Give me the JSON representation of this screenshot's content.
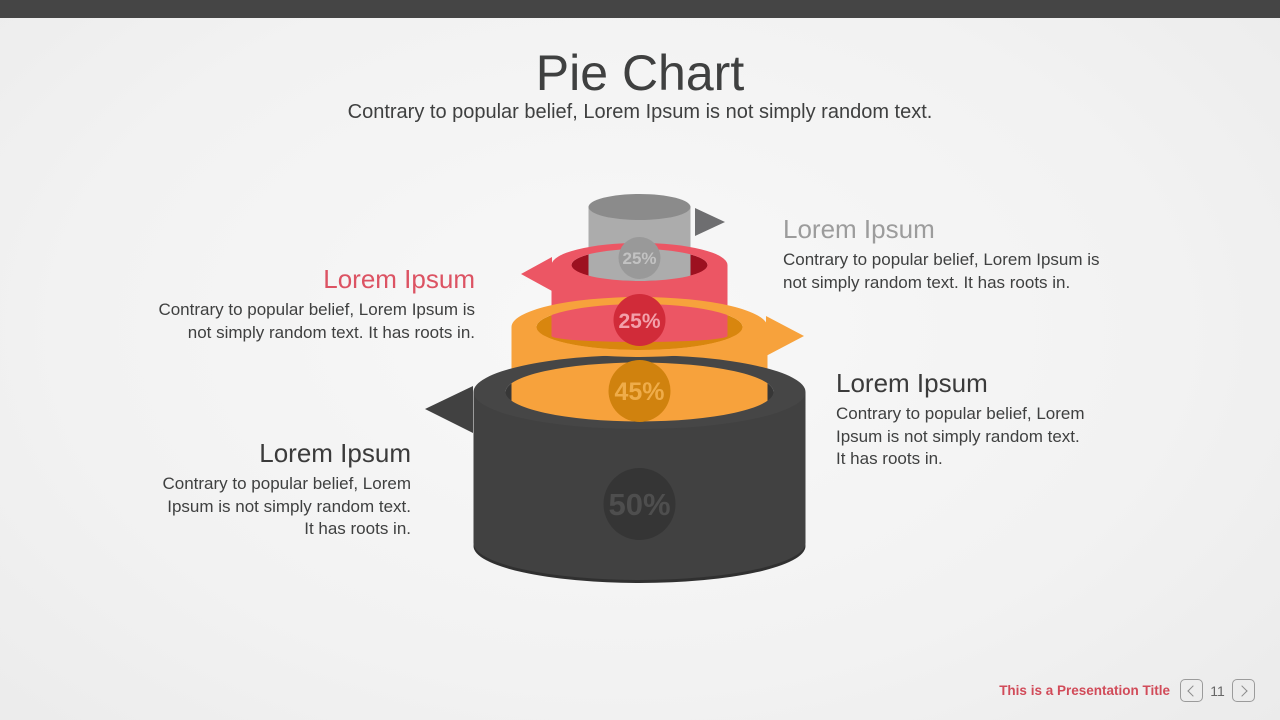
{
  "slide": {
    "title": "Pie Chart",
    "subtitle": "Contrary to popular belief, Lorem Ipsum is not simply random text."
  },
  "chart_data": {
    "type": "pie",
    "variant": "3d-stacked-cylinder-infographic",
    "categories": [
      "gray-top",
      "red",
      "orange",
      "dark-base"
    ],
    "values": [
      25,
      25,
      45,
      50
    ],
    "unit": "%",
    "colors": [
      "#acacac",
      "#ec5664",
      "#f7a23c",
      "#414141"
    ],
    "title": "Pie Chart"
  },
  "layers": [
    {
      "percent": "25%"
    },
    {
      "percent": "25%"
    },
    {
      "percent": "45%"
    },
    {
      "percent": "50%"
    }
  ],
  "callouts": [
    {
      "heading": "Lorem Ipsum",
      "line1": "Contrary to popular belief, Lorem Ipsum is",
      "line2": "not simply random text. It has roots in."
    },
    {
      "heading": "Lorem Ipsum",
      "line1": "Contrary to popular belief, Lorem Ipsum is",
      "line2": "not simply random text. It has roots in."
    },
    {
      "heading": "Lorem Ipsum",
      "line1": "Contrary to popular belief, Lorem",
      "line2": "Ipsum is not simply random text.",
      "line3": "It has roots in."
    },
    {
      "heading": "Lorem Ipsum",
      "line1": "Contrary to popular belief, Lorem",
      "line2": "Ipsum is not simply random text.",
      "line3": "It has roots in."
    }
  ],
  "footer": {
    "presentation_title": "This is a Presentation Title",
    "page_number": "11",
    "prev_icon": "chevron-left-icon",
    "next_icon": "chevron-right-icon"
  },
  "colors": {
    "accent_red": "#dc5363",
    "accent_orange": "#f7a23c",
    "accent_gray": "#acacac",
    "accent_dark": "#414141",
    "topbar": "#454545",
    "footer_title": "#d14b59"
  }
}
